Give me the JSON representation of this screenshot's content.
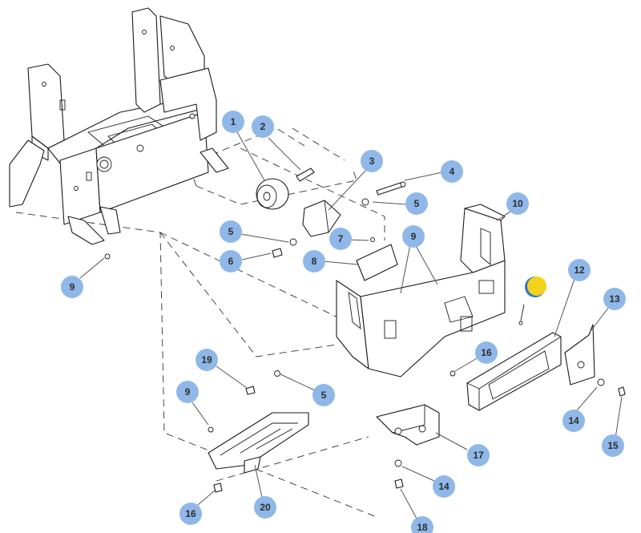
{
  "callouts": [
    {
      "label": "1"
    },
    {
      "label": "2"
    },
    {
      "label": "3"
    },
    {
      "label": "4"
    },
    {
      "label": "5"
    },
    {
      "label": "5"
    },
    {
      "label": "5"
    },
    {
      "label": "6"
    },
    {
      "label": "7"
    },
    {
      "label": "8"
    },
    {
      "label": "9"
    },
    {
      "label": "9"
    },
    {
      "label": "9"
    },
    {
      "label": "10"
    },
    {
      "label": "12"
    },
    {
      "label": "13"
    },
    {
      "label": "14"
    },
    {
      "label": "14"
    },
    {
      "label": "15"
    },
    {
      "label": "16"
    },
    {
      "label": "16"
    },
    {
      "label": "17"
    },
    {
      "label": "18"
    },
    {
      "label": "19"
    },
    {
      "label": "20"
    }
  ],
  "colors": {
    "callout_fill": "#8fb8e8",
    "callout_text": "#2d2d2d",
    "line_art": "#1a1a1a",
    "marker_yellow": "#f2d21b",
    "marker_blue": "#2f73d0"
  },
  "icons": {
    "marker": "yellow-blue-dot-icon"
  }
}
